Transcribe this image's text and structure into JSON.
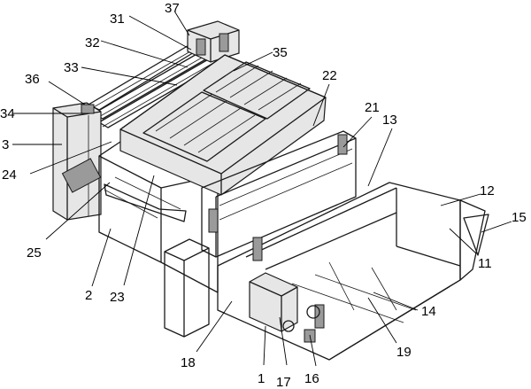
{
  "labels": [
    {
      "id": "l1",
      "text": "1"
    },
    {
      "id": "l2",
      "text": "2"
    },
    {
      "id": "l3",
      "text": "3"
    },
    {
      "id": "l11",
      "text": "11"
    },
    {
      "id": "l12",
      "text": "12"
    },
    {
      "id": "l13",
      "text": "13"
    },
    {
      "id": "l14",
      "text": "14"
    },
    {
      "id": "l15",
      "text": "15"
    },
    {
      "id": "l16",
      "text": "16"
    },
    {
      "id": "l17",
      "text": "17"
    },
    {
      "id": "l18",
      "text": "18"
    },
    {
      "id": "l19",
      "text": "19"
    },
    {
      "id": "l21",
      "text": "21"
    },
    {
      "id": "l22",
      "text": "22"
    },
    {
      "id": "l23",
      "text": "23"
    },
    {
      "id": "l24",
      "text": "24"
    },
    {
      "id": "l25",
      "text": "25"
    },
    {
      "id": "l31",
      "text": "31"
    },
    {
      "id": "l32",
      "text": "32"
    },
    {
      "id": "l33",
      "text": "33"
    },
    {
      "id": "l34",
      "text": "34"
    },
    {
      "id": "l35",
      "text": "35"
    },
    {
      "id": "l36",
      "text": "36"
    },
    {
      "id": "l37",
      "text": "37"
    }
  ]
}
